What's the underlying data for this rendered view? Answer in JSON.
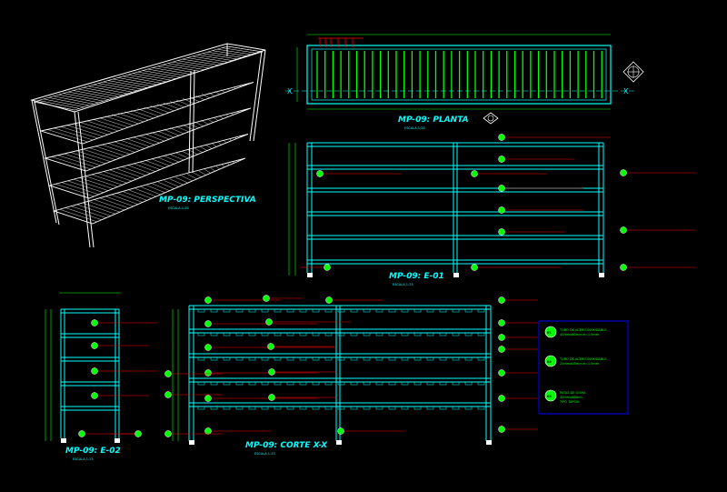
{
  "views": {
    "perspective": {
      "title": "MP-09: PERSPECTIVA",
      "scale": "ESCALA 1:25"
    },
    "plan": {
      "title": "MP-09: PLANTA",
      "scale": "ESCALA 1:25",
      "section_mark": "X"
    },
    "elevation1": {
      "title": "MP-09: E-01",
      "scale": "ESCALA 1:25"
    },
    "elevation2": {
      "title": "MP-09: E-02",
      "scale": "ESCALA 1:25"
    },
    "section": {
      "title": "MP-09: CORTE X-X",
      "scale": "ESCALA 1:25"
    }
  },
  "legend": {
    "items": [
      {
        "num": "01",
        "line1": "TUBO DE ACERO INOXIDABLE",
        "line2": "40mmx40mm e=1.5mm"
      },
      {
        "num": "02",
        "line1": "TUBO DE ACERO INOXIDABLE",
        "line2": "25mmx25mm e=1.5mm"
      },
      {
        "num": "03",
        "line1": "PATAS DE GOMA",
        "line2": "40mmx40mm",
        "line3": "TIPO TAPÓN"
      }
    ]
  },
  "colors": {
    "background": "#000000",
    "frame": "#00ffff",
    "plank": "#00ff00",
    "leader": "#ff0000",
    "dimension": "#00ff00",
    "base": "#ffffff",
    "legend_box": "#0000ff"
  }
}
